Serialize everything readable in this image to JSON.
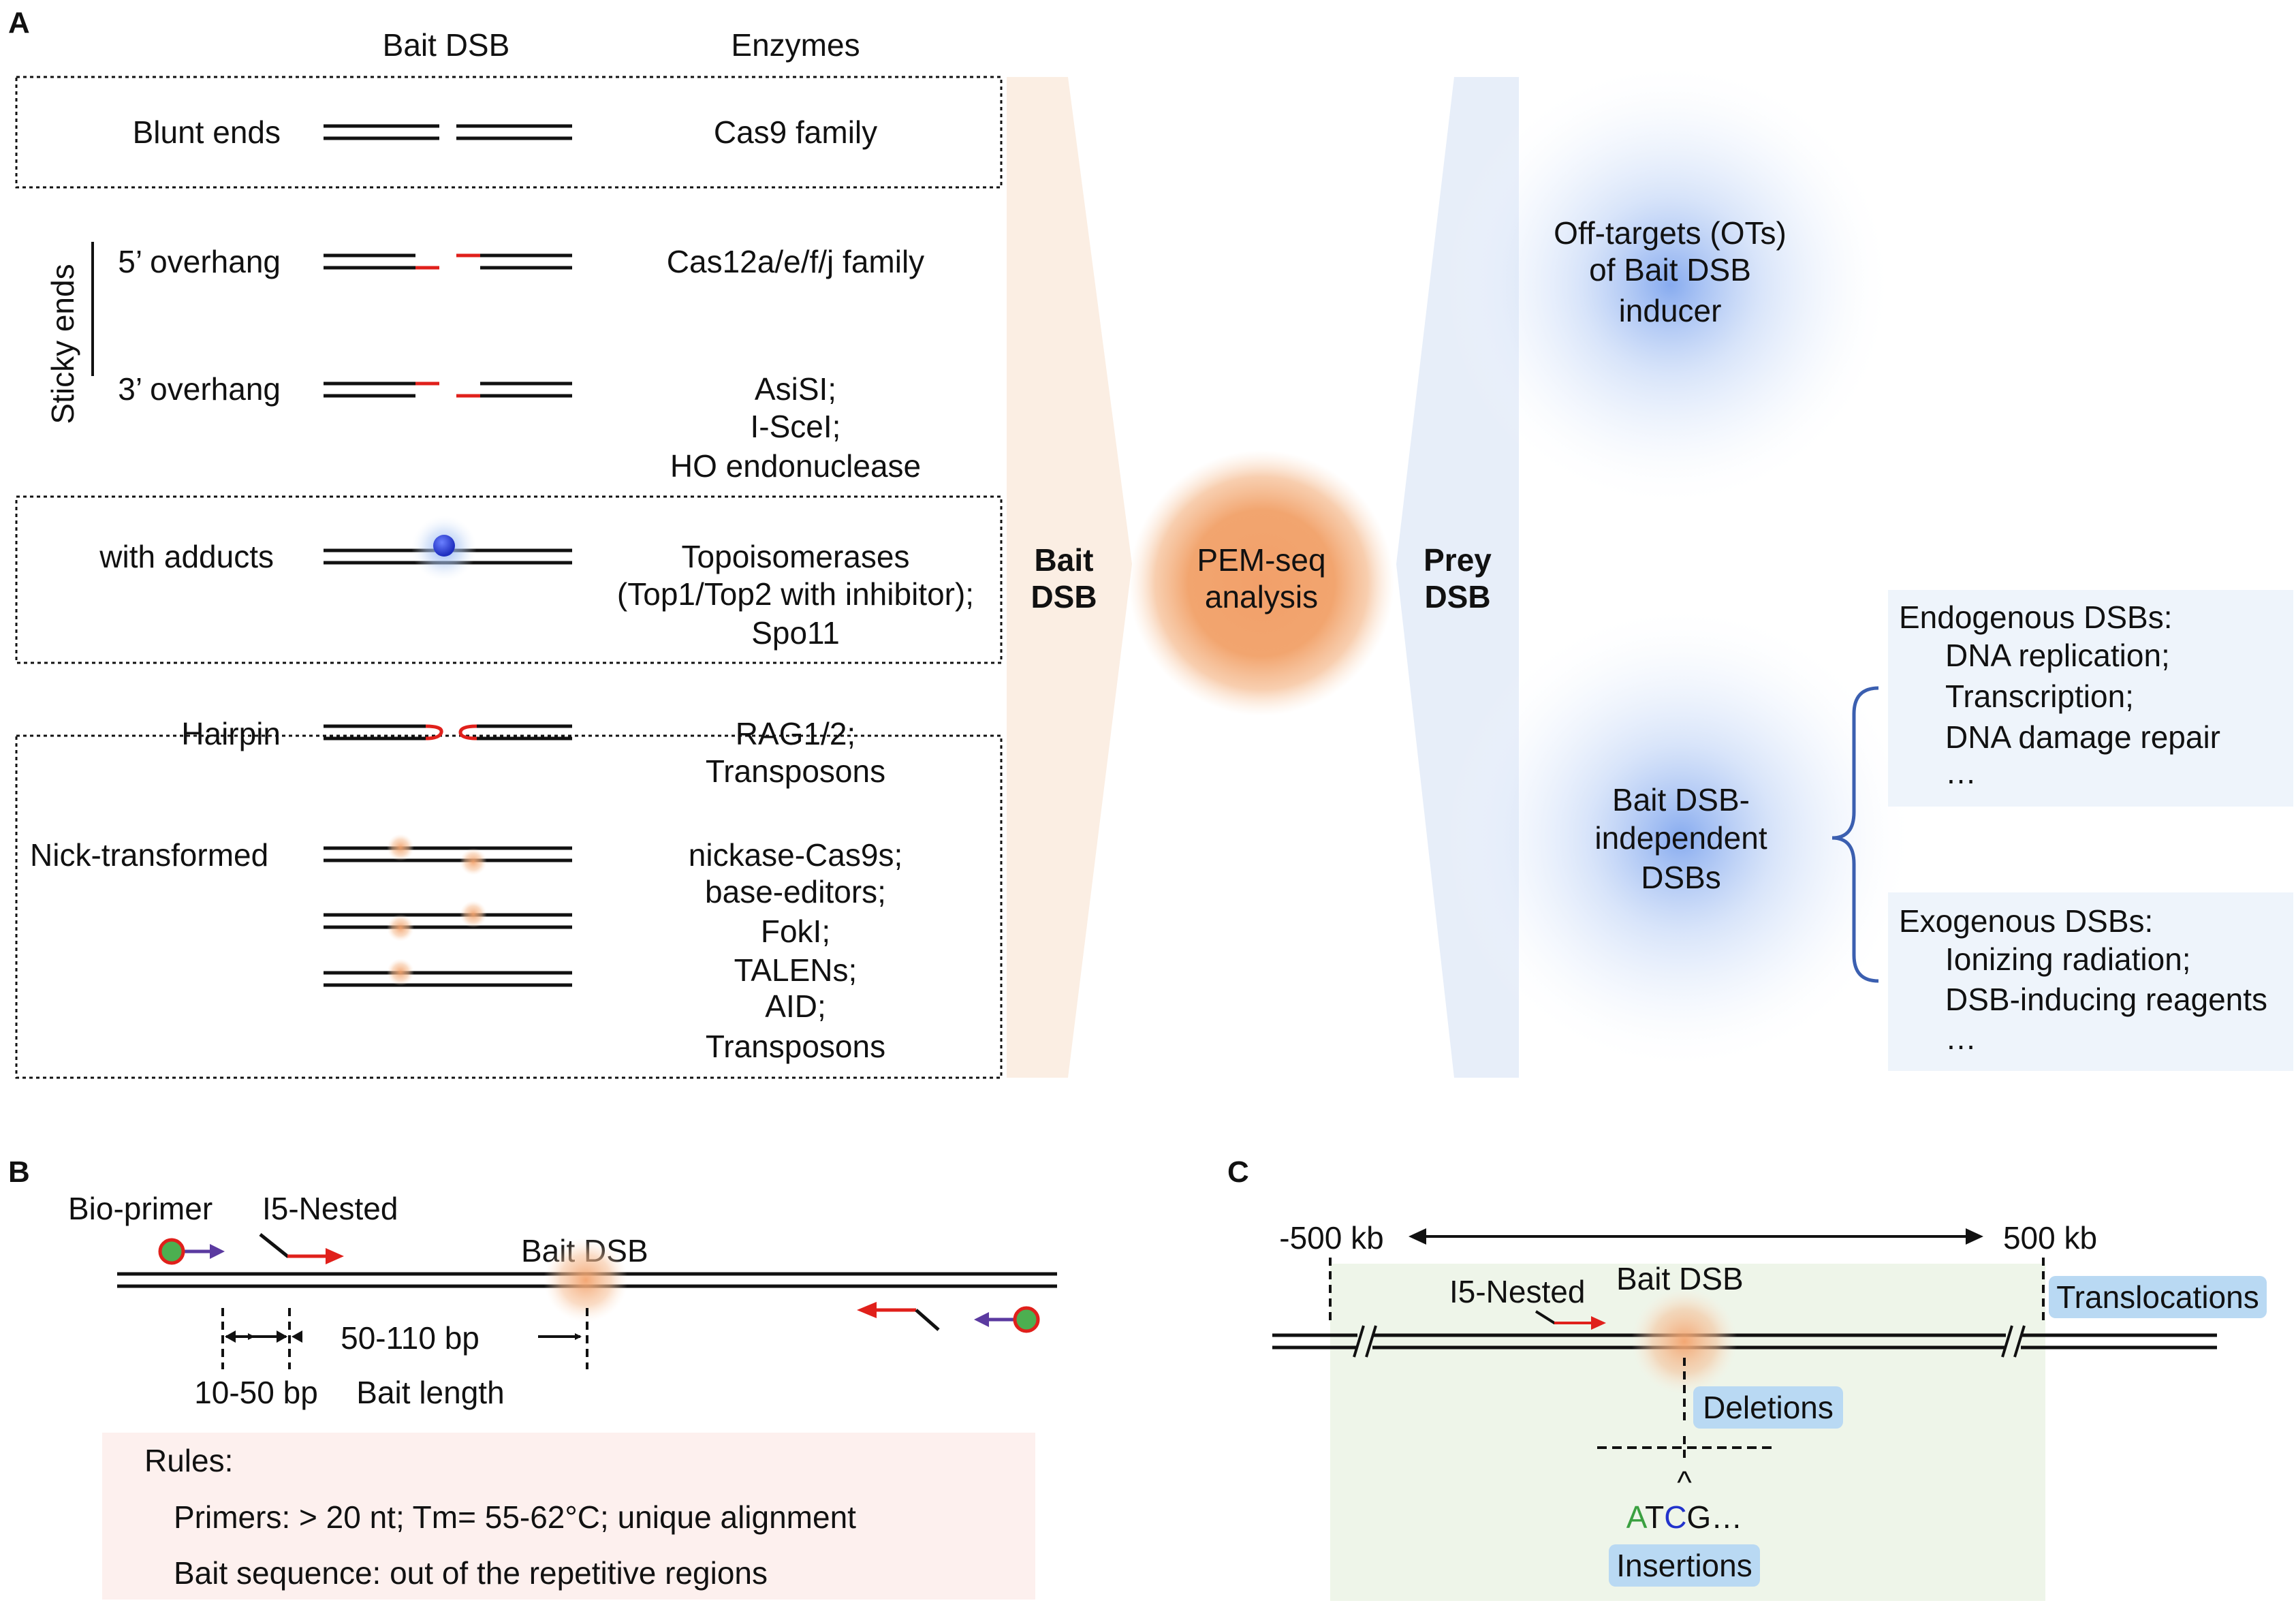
{
  "panelA": {
    "letter": "A",
    "header_bait": "Bait DSB",
    "header_enzymes": "Enzymes",
    "rows": {
      "blunt": {
        "label": "Blunt ends",
        "enzymes": [
          "Cas9 family"
        ]
      },
      "sticky_group": "Sticky ends",
      "overhang5": {
        "label": "5’ overhang",
        "enzymes": [
          "Cas12a/e/f/j family"
        ]
      },
      "overhang3": {
        "label": "3’ overhang",
        "enzymes": [
          "AsiSI;",
          "I-SceI;",
          "HO endonuclease"
        ]
      },
      "adducts": {
        "label": "with adducts",
        "enzymes": [
          "Topoisomerases",
          "(Top1/Top2 with inhibitor);",
          "Spo11"
        ]
      },
      "hairpin": {
        "label": "Hairpin",
        "enzymes": [
          "RAG1/2;",
          "Transposons"
        ]
      },
      "nick": {
        "label": "Nick-transformed",
        "enzymes": [
          "nickase-Cas9s;",
          "base-editors;",
          "FokI;",
          "TALENs;",
          "AID;",
          "Transposons"
        ]
      }
    },
    "bait_dsb": [
      "Bait",
      "DSB"
    ],
    "pem": [
      "PEM-seq",
      "analysis"
    ],
    "prey_dsb": [
      "Prey",
      "DSB"
    ],
    "offtargets": [
      "Off-targets (OTs)",
      "of Bait DSB",
      "inducer"
    ],
    "independent": [
      "Bait DSB-",
      "independent",
      "DSBs"
    ],
    "endogenous": {
      "title": "Endogenous DSBs:",
      "items": [
        "DNA replication;",
        "Transcription;",
        "DNA damage repair",
        "…"
      ]
    },
    "exogenous": {
      "title": "Exogenous DSBs:",
      "items": [
        "Ionizing radiation;",
        "DSB-inducing reagents",
        "…"
      ]
    }
  },
  "panelB": {
    "letter": "B",
    "bio_primer": "Bio-primer",
    "i5_nested": "I5-Nested",
    "bait_dsb": "Bait DSB",
    "dist_50_110": "50-110 bp",
    "dist_10_50": "10-50 bp",
    "bait_length": "Bait length",
    "rules_title": "Rules:",
    "rule_primers": "Primers: > 20 nt; Tm= 55-62°C; unique alignment",
    "rule_bait": "Bait sequence: out of the repetitive regions"
  },
  "panelC": {
    "letter": "C",
    "minus500": "-500 kb",
    "plus500": "500 kb",
    "i5_nested": "I5-Nested",
    "bait_dsb": "Bait DSB",
    "translocations": "Translocations",
    "deletions": "Deletions",
    "caret": "^",
    "ins_a": "A",
    "ins_t": "T",
    "ins_c": "C",
    "ins_rest": "G…",
    "insertions": "Insertions"
  },
  "colors": {
    "red": "#e0201b",
    "blue_dot": "#2a3fd6",
    "orange": "#f0a068",
    "purple": "#5b3aa0",
    "green": "#4caf50",
    "bracket": "#3b5fb0",
    "ins_a": "#3aa040",
    "ins_c": "#2233cc"
  }
}
